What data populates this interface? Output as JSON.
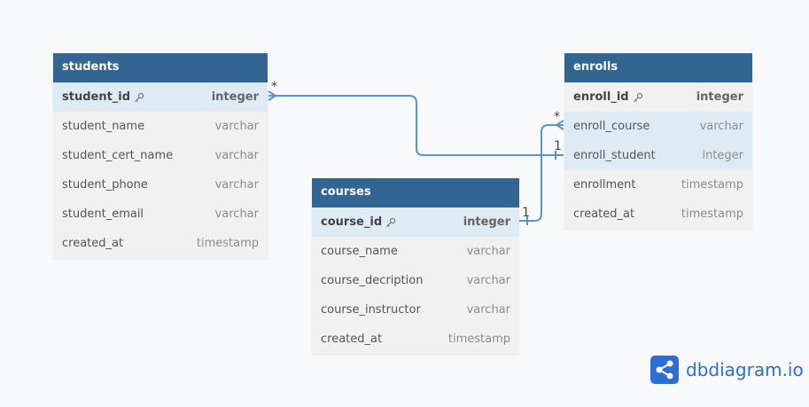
{
  "tables": {
    "students": {
      "name": "students",
      "rows": [
        {
          "name": "student_id",
          "type": "integer"
        },
        {
          "name": "student_name",
          "type": "varchar"
        },
        {
          "name": "student_cert_name",
          "type": "varchar"
        },
        {
          "name": "student_phone",
          "type": "varchar"
        },
        {
          "name": "student_email",
          "type": "varchar"
        },
        {
          "name": "created_at",
          "type": "timestamp"
        }
      ]
    },
    "courses": {
      "name": "courses",
      "rows": [
        {
          "name": "course_id",
          "type": "integer"
        },
        {
          "name": "course_name",
          "type": "varchar"
        },
        {
          "name": "course_decription",
          "type": "varchar"
        },
        {
          "name": "course_instructor",
          "type": "varchar"
        },
        {
          "name": "created_at",
          "type": "timestamp"
        }
      ]
    },
    "enrolls": {
      "name": "enrolls",
      "rows": [
        {
          "name": "enroll_id",
          "type": "integer"
        },
        {
          "name": "enroll_course",
          "type": "varchar"
        },
        {
          "name": "enroll_student",
          "type": "integer"
        },
        {
          "name": "enrollment",
          "type": "timestamp"
        },
        {
          "name": "created_at",
          "type": "timestamp"
        }
      ]
    }
  },
  "relations": [
    {
      "from": "students.student_id",
      "from_card": "*",
      "to": "enrolls.enroll_student",
      "to_card": "1"
    },
    {
      "from": "courses.course_id",
      "from_card": "1",
      "to": "enrolls.enroll_course",
      "to_card": "*"
    }
  ],
  "brand": {
    "name": "dbdiagram",
    "suffix": ".io"
  },
  "colors": {
    "header": "#336593",
    "highlight": "#deebf5",
    "line": "#5b95c8",
    "brand": "#2c6ed5"
  }
}
